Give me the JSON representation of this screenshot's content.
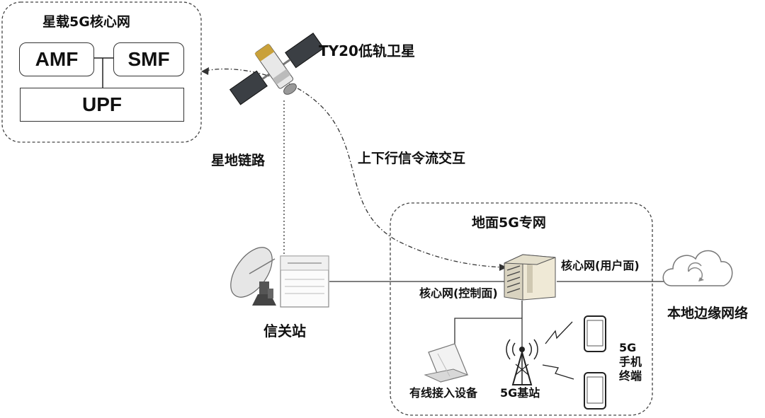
{
  "core_network_group": {
    "title": "星载5G核心网",
    "amf": "AMF",
    "smf": "SMF",
    "upf": "UPF"
  },
  "satellite": {
    "label": "TY20低轨卫星"
  },
  "links": {
    "satellite_ground": "星地链路",
    "signaling": "上下行信令流交互"
  },
  "gateway": {
    "label": "信关站"
  },
  "ground_network_group": {
    "title": "地面5G专网",
    "core_user_plane": "核心网(用户面)",
    "core_control_plane": "核心网(控制面)",
    "wired_access": "有线接入设备",
    "base_station": "5G基站",
    "terminal_line1": "5G",
    "terminal_line2": "手机",
    "terminal_line3": "终端"
  },
  "edge_network": {
    "label": "本地边缘网络"
  }
}
